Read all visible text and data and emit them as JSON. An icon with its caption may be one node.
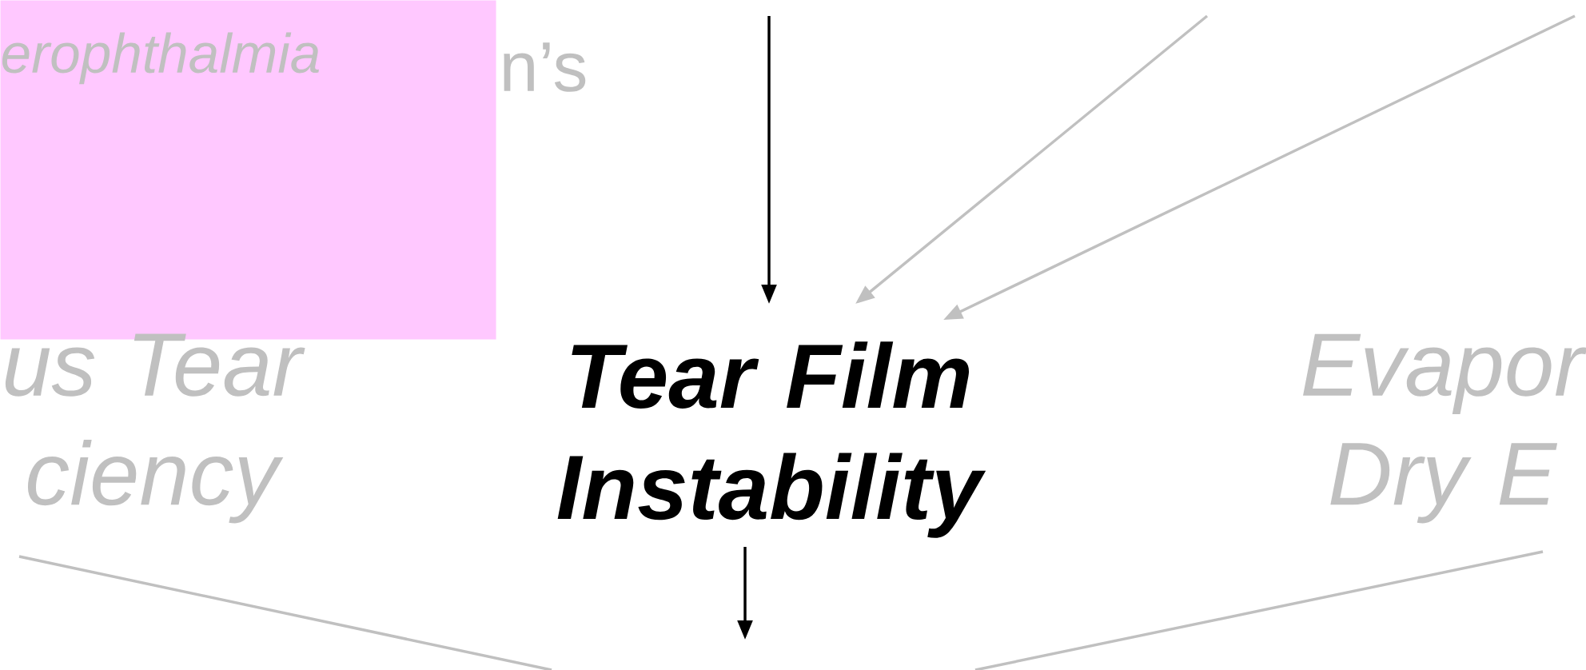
{
  "diagram": {
    "nodes": [
      {
        "text": [
          "erophthalmia"
        ]
      },
      {
        "text": [
          "us Tear ciency"
        ]
      },
      {
        "text": [
          "Tear Film Instability"
        ]
      },
      {
        "text": [
          "Evapor Dry E"
        ]
      }
    ],
    "edges": [
      {
        "from": null,
        "to": 2,
        "arrow": "to",
        "color": "#000000"
      },
      {
        "from": null,
        "to": 2,
        "arrow": "to"
      },
      {
        "from": null,
        "to": 2,
        "arrow": "to"
      },
      {
        "from": 2,
        "to": null,
        "arrow": "to",
        "color": "#000000"
      },
      {
        "from": 1,
        "to": null,
        "arrow": "none"
      },
      {
        "from": 3,
        "to": null,
        "arrow": "none"
      }
    ],
    "labels": [
      "n’s"
    ]
  }
}
